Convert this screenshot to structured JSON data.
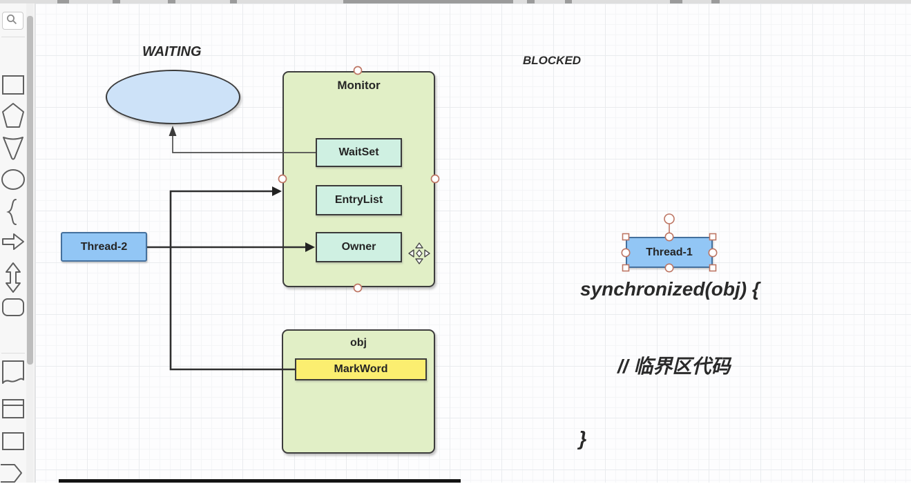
{
  "sidebar": {
    "search_icon": "magnifier",
    "tools": [
      "rectangle",
      "pentagon",
      "triangle-down",
      "ellipse",
      "left-brace",
      "arrow-right",
      "arrow-up-down",
      "rounded-rectangle",
      "document",
      "internal-storage",
      "rectangle-plain",
      "step"
    ]
  },
  "diagram": {
    "state_labels": {
      "waiting": "WAITING",
      "blocked": "BLOCKED"
    },
    "code": {
      "line1": "synchronized(obj) {",
      "line2": "// 临界区代码",
      "line3": "}"
    },
    "monitor": {
      "title": "Monitor",
      "items": [
        "WaitSet",
        "EntryList",
        "Owner"
      ]
    },
    "obj": {
      "title": "obj",
      "items": [
        "MarkWord"
      ]
    },
    "threads": {
      "thread1": "Thread-1",
      "thread2": "Thread-2"
    },
    "colors": {
      "container_fill": "#e1efc6",
      "member_fill": "#cff0e2",
      "markword_fill": "#fbee70",
      "thread_fill": "#92c6f5",
      "thread_border": "#44709d",
      "ellipse_fill": "#cde2f8",
      "edge": "#303030",
      "selection_handle": "#bd7563"
    }
  }
}
